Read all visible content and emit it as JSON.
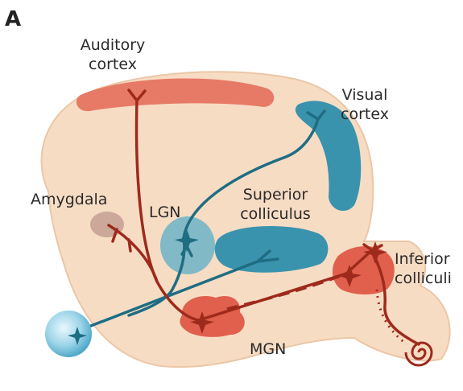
{
  "panel_label": "A",
  "labels": {
    "auditory_cortex": [
      "Auditory",
      "cortex"
    ],
    "visual_cortex": [
      "Visual",
      "cortex"
    ],
    "amygdala": "Amygdala",
    "lgn": "LGN",
    "superior_colliculus": [
      "Superior",
      "colliculus"
    ],
    "inferior_colliculi": [
      "Inferior",
      "colliculi"
    ],
    "mgn": "MGN"
  },
  "colors": {
    "brain": "#f7dcc4",
    "brain_stroke": "#ecc6a6",
    "auditory": "#e77a66",
    "auditory_pathway": "#9e2a1c",
    "visual": "#3a93ad",
    "visual_pathway": "#1f6d83",
    "amygdala": "#cba89a",
    "eye": "#8fd0e6"
  }
}
